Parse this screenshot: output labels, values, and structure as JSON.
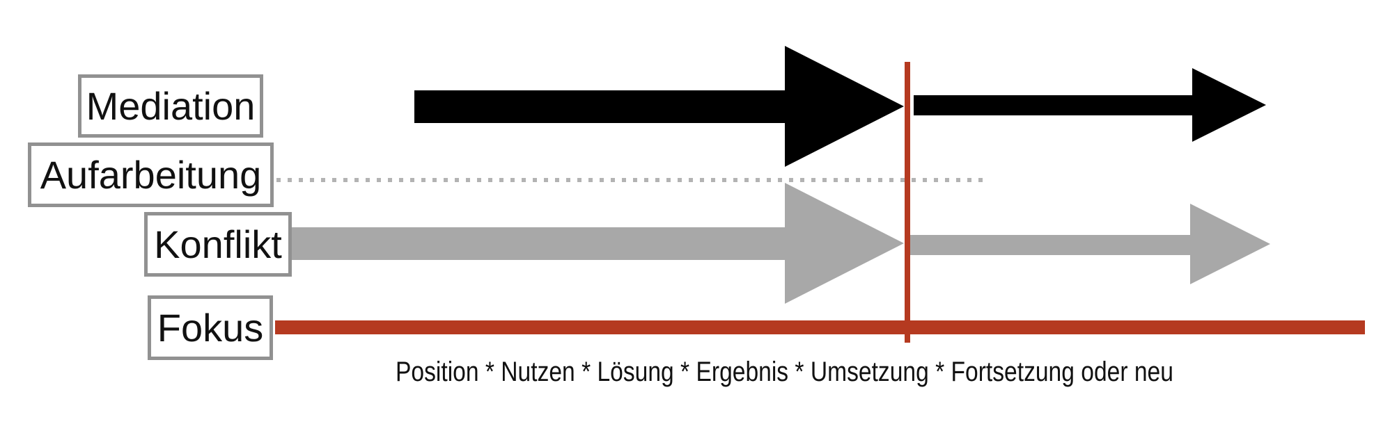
{
  "colors": {
    "black": "#000000",
    "gray": "#a8a8a8",
    "dotted_gray": "#b3b3b3",
    "red": "#b53a20",
    "box_border": "#919191",
    "text": "#111111"
  },
  "rows": [
    {
      "label": "Mediation",
      "line_style": "black solid arrow before divider, thinner black arrow after divider"
    },
    {
      "label": "Aufarbeitung",
      "line_style": "gray dotted line crossing divider"
    },
    {
      "label": "Konflikt",
      "line_style": "gray solid arrow before divider, thinner gray arrow after divider"
    },
    {
      "label": "Fokus",
      "line_style": "solid red line spanning full width"
    }
  ],
  "divider": {
    "description": "vertical red line separating the two phases"
  },
  "caption": {
    "text": "Position * Nutzen * Lösung * Ergebnis * Umsetzung * Fortsetzung oder neu"
  }
}
